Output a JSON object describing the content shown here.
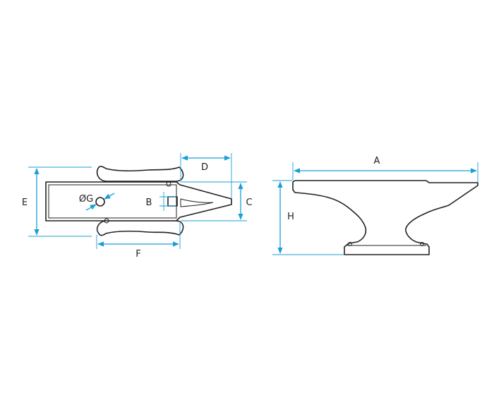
{
  "labels": {
    "A": "A",
    "B": "B",
    "C": "C",
    "D": "D",
    "E": "E",
    "F": "F",
    "G": "ØG",
    "H": "H"
  },
  "colors": {
    "dimension": "#1a9fd6",
    "outline": "#231f20"
  }
}
